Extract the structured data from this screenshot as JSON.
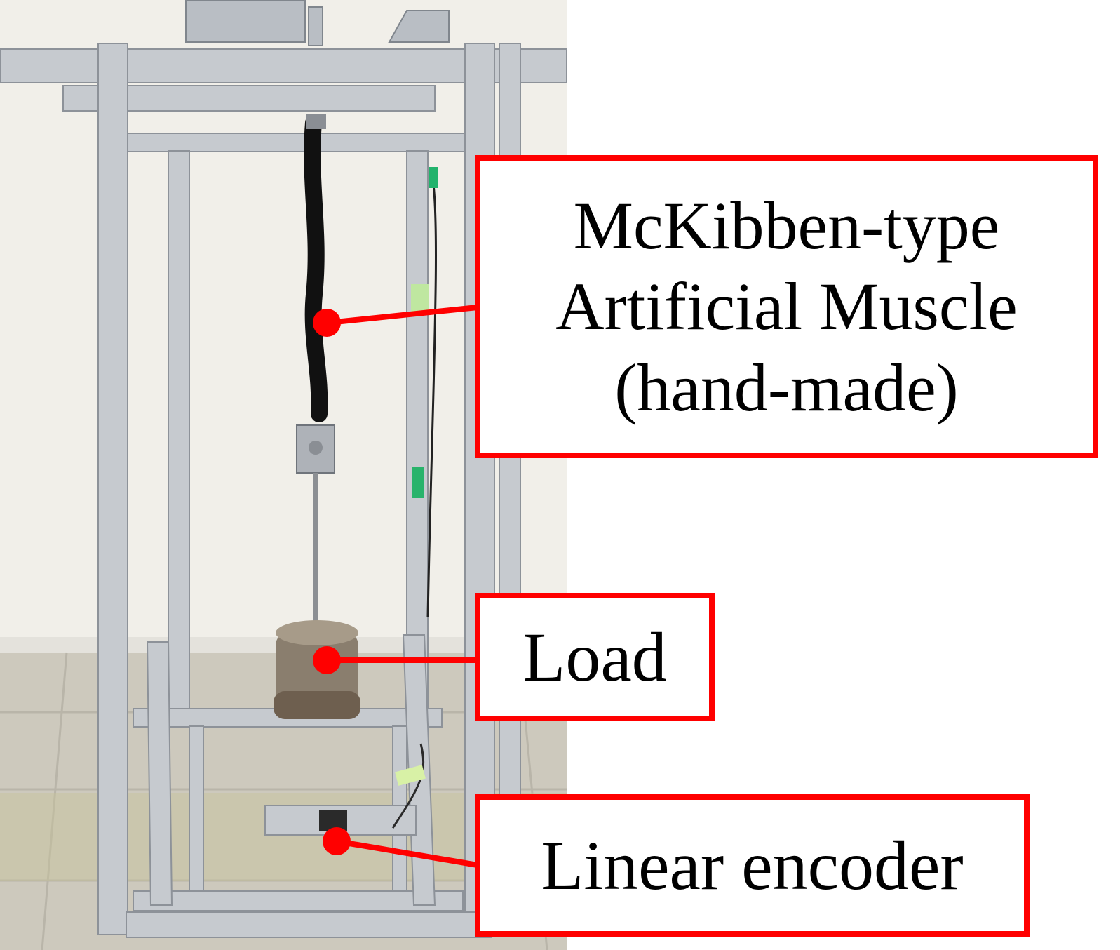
{
  "image": {
    "description_colors": {
      "wall": "#f1efe9",
      "floor": "#cfcbbf",
      "frame": "#c8ccd0",
      "muscle": "#141414",
      "load": "#8a7e6e",
      "callout_red": "#ff0000"
    }
  },
  "callouts": {
    "muscle": {
      "lines": [
        "McKibben-type",
        "Artificial Muscle",
        "(hand-made)"
      ]
    },
    "load": {
      "label": "Load"
    },
    "encoder": {
      "label": "Linear encoder"
    }
  }
}
